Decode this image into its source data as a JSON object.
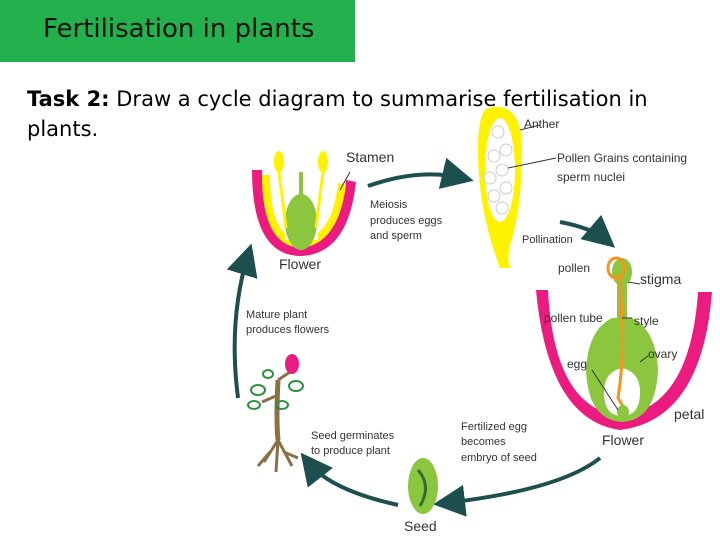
{
  "title": "Fertilisation in plants",
  "task": {
    "heading": "Task 2:",
    "text": "Draw a cycle diagram to summarise fertilisation in plants."
  },
  "diagram": {
    "labels": {
      "anther": "Anther",
      "pollen_grains": "Pollen Grains containing",
      "sperm_nuclei": "sperm nuclei",
      "stamen": "Stamen",
      "meiosis_1": "Meiosis",
      "meiosis_2": "produces eggs",
      "meiosis_3": "and sperm",
      "pollination": "Pollination",
      "flower_left": "Flower",
      "pollen": "pollen",
      "stigma": "stigma",
      "pollen_tube": "pollen tube",
      "style": "style",
      "ovary": "ovary",
      "egg": "egg",
      "petal": "petal",
      "flower_right": "Flower",
      "mature_1": "Mature plant",
      "mature_2": "produces flowers",
      "fert_1": "Fertilized egg",
      "fert_2": "becomes",
      "fert_3": "embryo of seed",
      "germ_1": "Seed germinates",
      "germ_2": "to produce plant",
      "seed": "Seed"
    },
    "colors": {
      "arrow": "#1d4f4f",
      "pink": "#ec1b80",
      "yellow": "#fff200",
      "green": "#8cc63f",
      "orange": "#f7931e",
      "stem_brown": "#8b6f47",
      "leaf_green": "#2f8f3f",
      "title_green": "#22b14c"
    }
  }
}
